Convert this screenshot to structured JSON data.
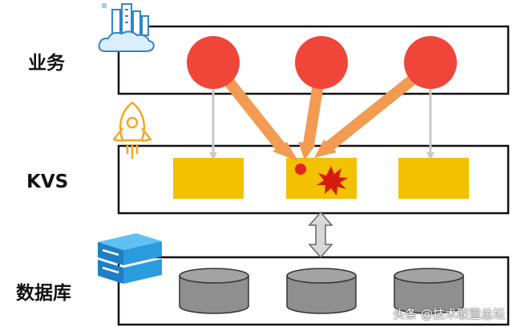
{
  "layers": {
    "business": {
      "label": "业务",
      "icon": "cloud-city-icon"
    },
    "kvs": {
      "label": "KVS",
      "icon": "rocket-icon"
    },
    "database": {
      "label": "数据库",
      "icon": "server-stack-icon"
    }
  },
  "elements": {
    "business_nodes": 3,
    "cache_blocks": 3,
    "db_cylinders": 3,
    "hot_key_block": "middle",
    "conflict_icon": "explosion-icon",
    "sync_arrow_icon": "double-arrow-icon"
  },
  "colors": {
    "node": "#f0463a",
    "cache_block": "#f2c100",
    "request_arrow": "#f39a53",
    "db_cylinder": "#8f8f8f",
    "explosion": "#d51c0c",
    "frame": "#111111"
  },
  "watermark": "头条 @技术联盟总坛"
}
